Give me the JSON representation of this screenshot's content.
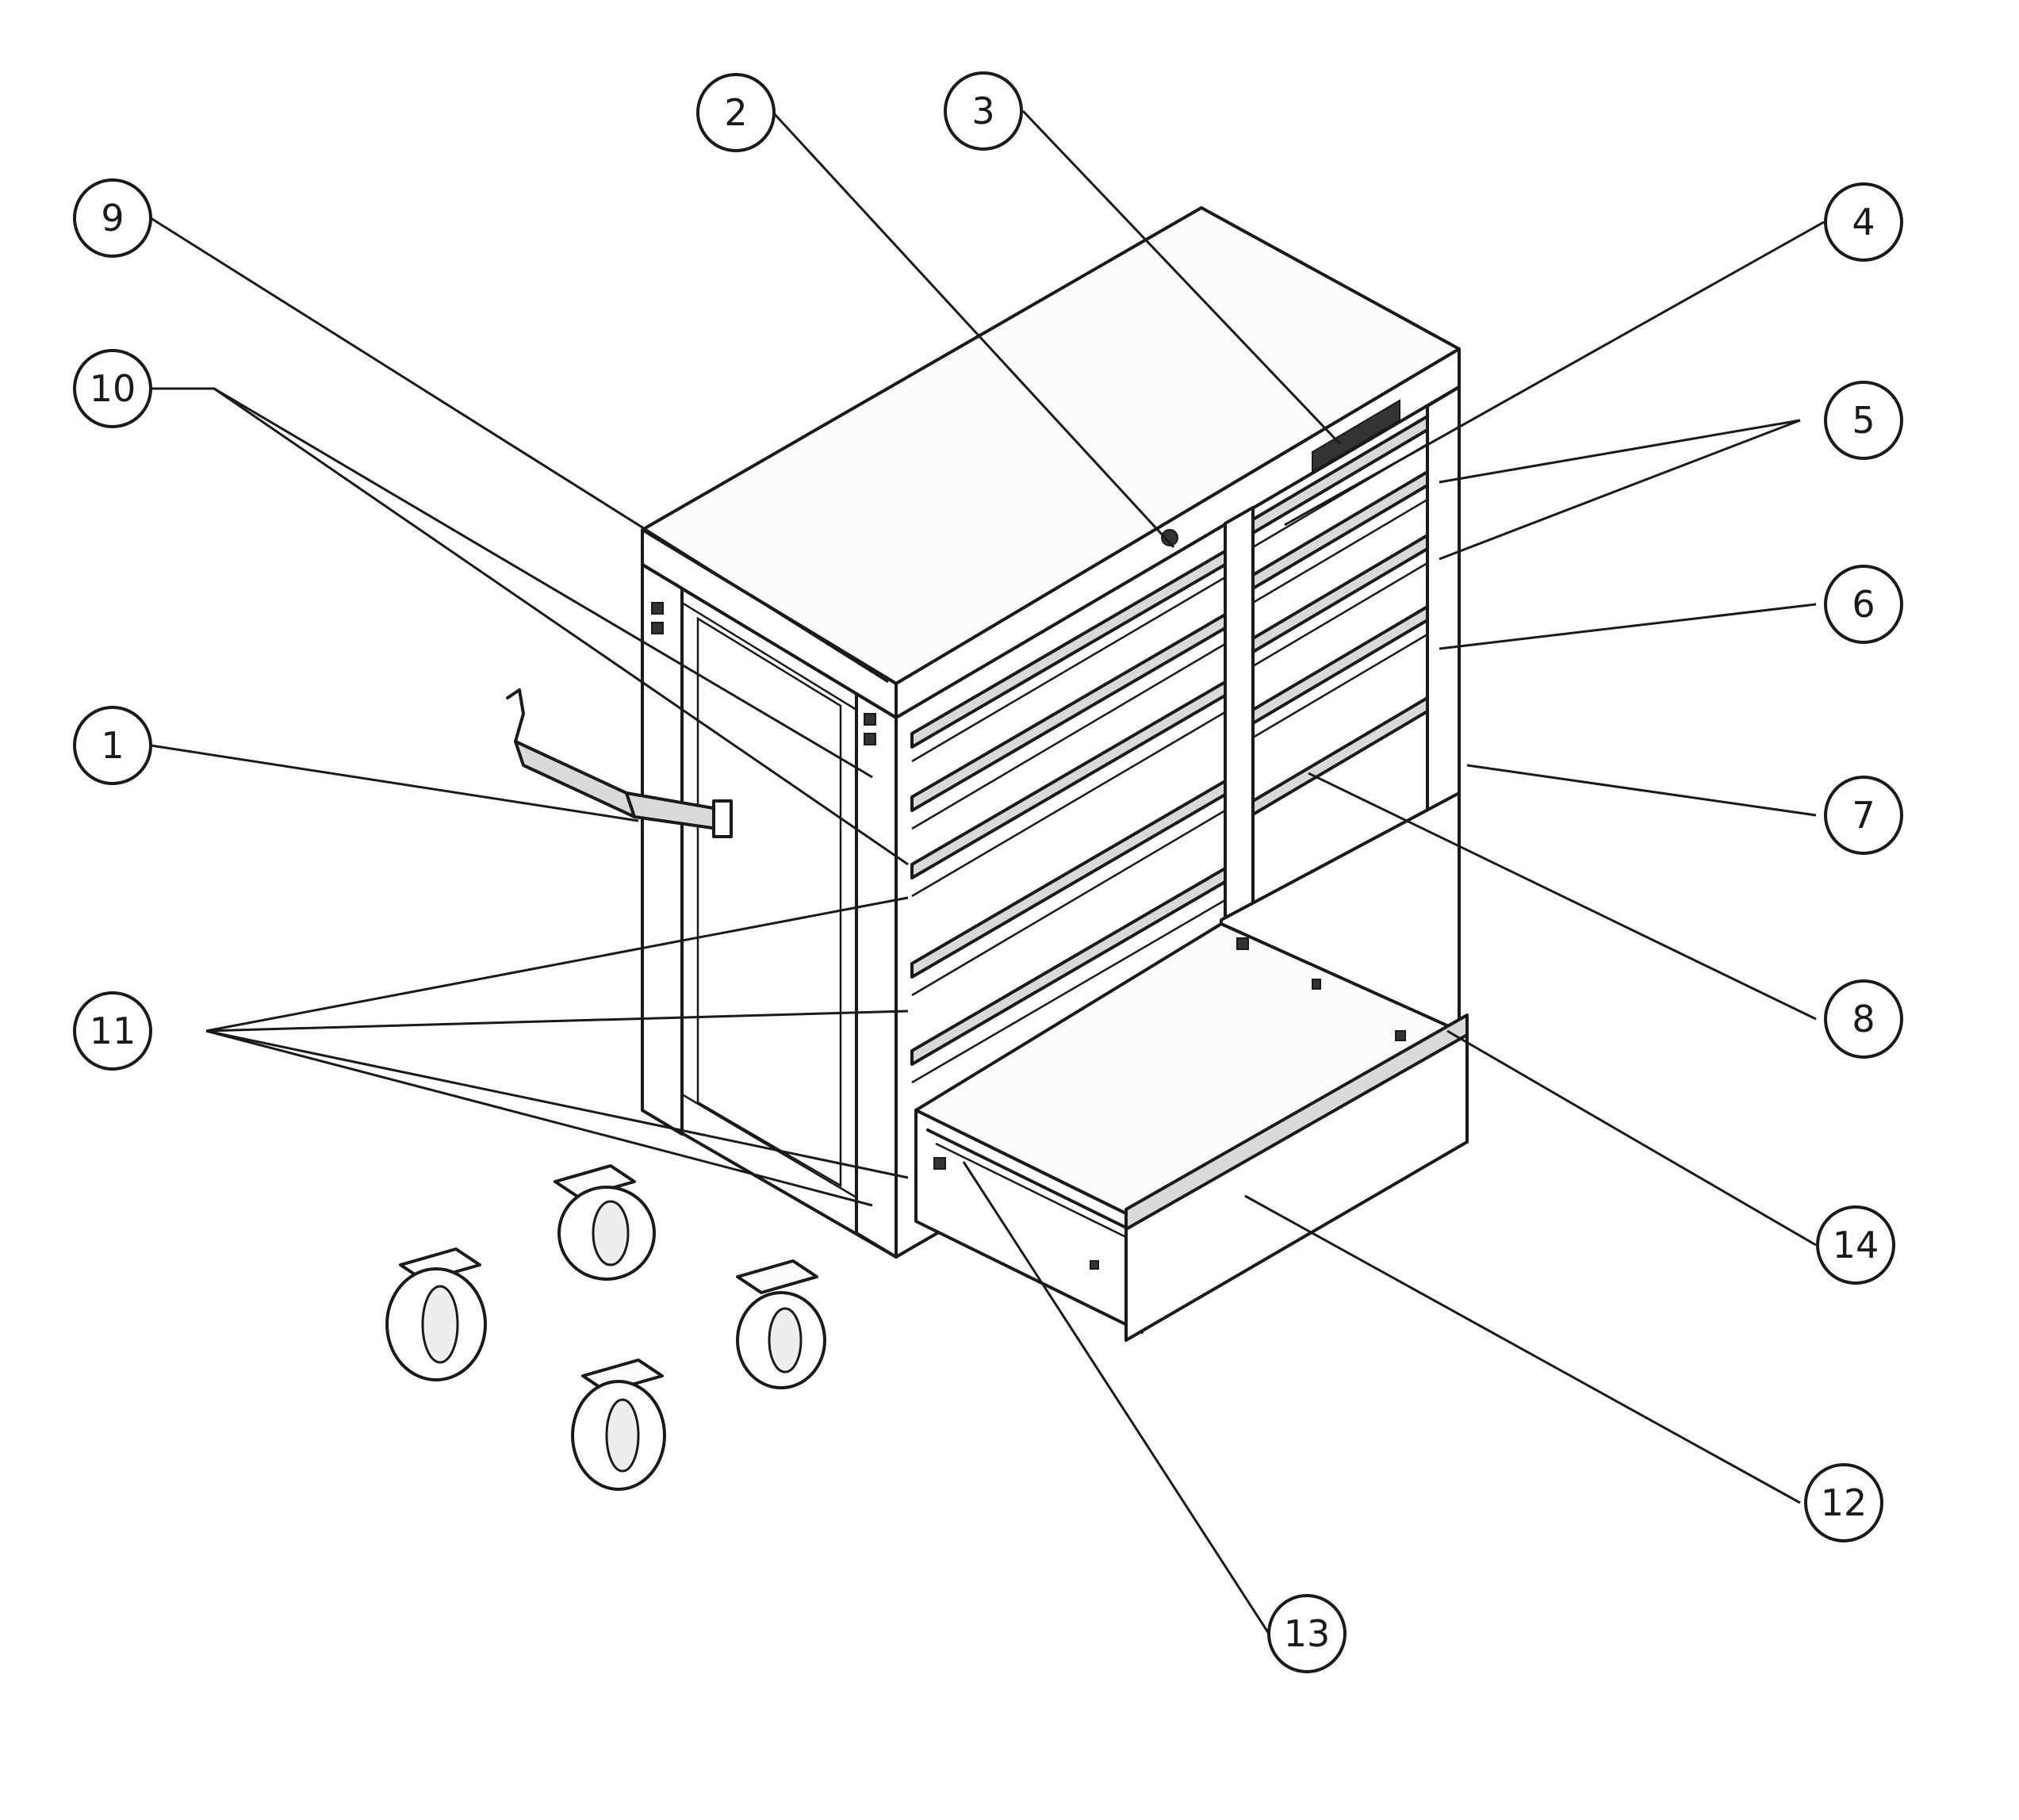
{
  "figure": {
    "callouts": [
      {
        "id": "callout-1",
        "label": "1"
      },
      {
        "id": "callout-2",
        "label": "2"
      },
      {
        "id": "callout-3",
        "label": "3"
      },
      {
        "id": "callout-4",
        "label": "4"
      },
      {
        "id": "callout-5",
        "label": "5"
      },
      {
        "id": "callout-6",
        "label": "6"
      },
      {
        "id": "callout-7",
        "label": "7"
      },
      {
        "id": "callout-8",
        "label": "8"
      },
      {
        "id": "callout-9",
        "label": "9"
      },
      {
        "id": "callout-10",
        "label": "10"
      },
      {
        "id": "callout-11",
        "label": "11"
      },
      {
        "id": "callout-12",
        "label": "12"
      },
      {
        "id": "callout-13",
        "label": "13"
      },
      {
        "id": "callout-14",
        "label": "14"
      }
    ]
  }
}
